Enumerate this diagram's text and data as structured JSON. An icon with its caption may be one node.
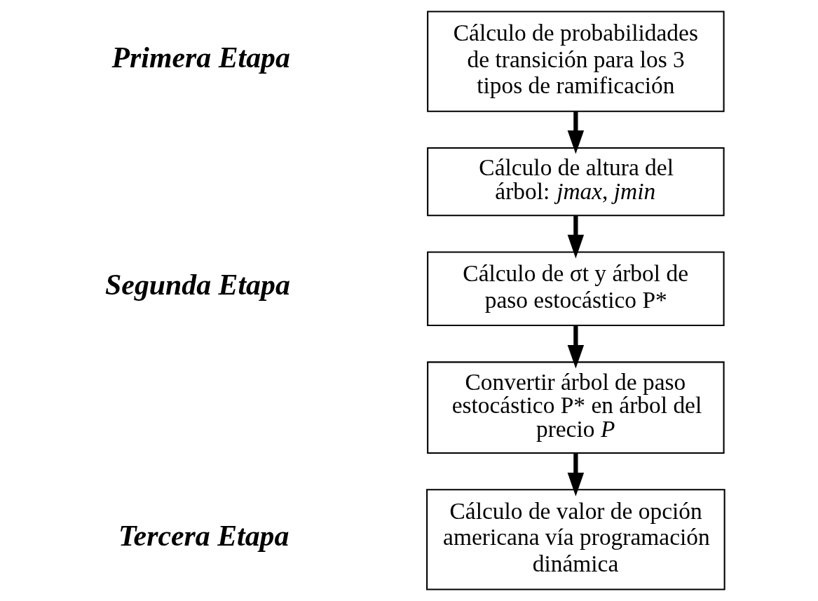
{
  "diagram": {
    "nodes": [
      {
        "text": [
          "Cálculo de probabilidades de transición para los 3 tipos de ramificación"
        ]
      },
      {
        "text": [
          "Cálculo de altura del árbol: *jmax*, *jmin*"
        ]
      },
      {
        "text": [
          "Cálculo de σt y árbol de paso estocástico P*"
        ]
      },
      {
        "text": [
          "Convertir árbol de paso estocástico P* en árbol del precio *P*"
        ]
      },
      {
        "text": [
          "Cálculo de valor de opción americana vía programación dinámica"
        ]
      }
    ],
    "edges": [
      {
        "from": 0,
        "to": 1,
        "arrow": "to"
      },
      {
        "from": 1,
        "to": 2,
        "arrow": "to"
      },
      {
        "from": 2,
        "to": 3,
        "arrow": "to"
      },
      {
        "from": 3,
        "to": 4,
        "arrow": "to"
      }
    ],
    "labels": [
      "Primera Etapa",
      "Segunda Etapa",
      "Tercera Etapa"
    ]
  }
}
